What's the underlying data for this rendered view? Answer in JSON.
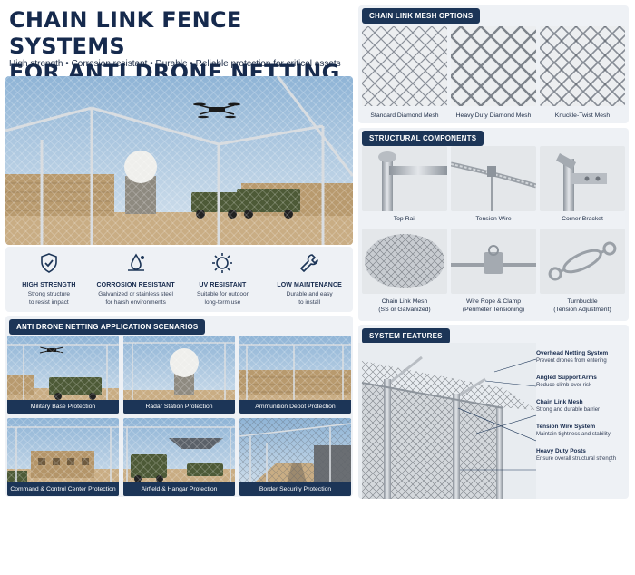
{
  "header": {
    "title_line1": "CHAIN LINK FENCE SYSTEMS",
    "title_line2": "FOR ANTI DRONE NETTING",
    "tagline": "High strength • Corrosion resistant • Durable • Reliable protection for critical assets"
  },
  "features": [
    {
      "icon": "shield-check-icon",
      "title": "HIGH STRENGTH",
      "line1": "Strong structure",
      "line2": "to resist impact"
    },
    {
      "icon": "droplet-icon",
      "title": "CORROSION RESISTANT",
      "line1": "Galvanized or stainless steel",
      "line2": "for harsh environments"
    },
    {
      "icon": "uv-sun-icon",
      "title": "UV RESISTANT",
      "line1": "Suitable for outdoor",
      "line2": "long-term use"
    },
    {
      "icon": "wrench-icon",
      "title": "LOW MAINTENANCE",
      "line1": "Durable and easy",
      "line2": "to install"
    }
  ],
  "applications": {
    "heading": "ANTI DRONE NETTING APPLICATION SCENARIOS",
    "items": [
      {
        "label": "Military Base Protection"
      },
      {
        "label": "Radar Station Protection"
      },
      {
        "label": "Ammunition Depot Protection"
      },
      {
        "label": "Command & Control Center Protection"
      },
      {
        "label": "Airfield & Hangar Protection"
      },
      {
        "label": "Border Security Protection"
      }
    ]
  },
  "mesh_options": {
    "heading": "CHAIN LINK MESH OPTIONS",
    "items": [
      {
        "label": "Standard Diamond Mesh"
      },
      {
        "label": "Heavy Duty Diamond Mesh"
      },
      {
        "label": "Knuckle-Twist Mesh"
      }
    ]
  },
  "components": {
    "heading": "STRUCTURAL COMPONENTS",
    "items": [
      {
        "label": "Top Rail",
        "sub": ""
      },
      {
        "label": "Tension Wire",
        "sub": ""
      },
      {
        "label": "Corner Bracket",
        "sub": ""
      },
      {
        "label": "Chain Link Mesh",
        "sub": "(SS or Galvanized)"
      },
      {
        "label": "Wire Rope & Clamp",
        "sub": "(Perimeter Tensioning)"
      },
      {
        "label": "Turnbuckle",
        "sub": "(Tension Adjustment)"
      }
    ]
  },
  "system_features": {
    "heading": "SYSTEM FEATURES",
    "items": [
      {
        "title": "Overhead Netting System",
        "desc": "Prevent drones from entering"
      },
      {
        "title": "Angled Support Arms",
        "desc": "Reduce climb-over risk"
      },
      {
        "title": "Chain Link Mesh",
        "desc": "Strong and durable barrier"
      },
      {
        "title": "Tension Wire System",
        "desc": "Maintain tightness and stability"
      },
      {
        "title": "Heavy Duty Posts",
        "desc": "Ensure overall structural strength"
      }
    ]
  },
  "colors": {
    "navy": "#1c3557",
    "title": "#162a4d",
    "panel": "#eef1f5",
    "sky": "#a9c6de",
    "sand": "#c9ad84",
    "olive": "#4d5a37"
  }
}
